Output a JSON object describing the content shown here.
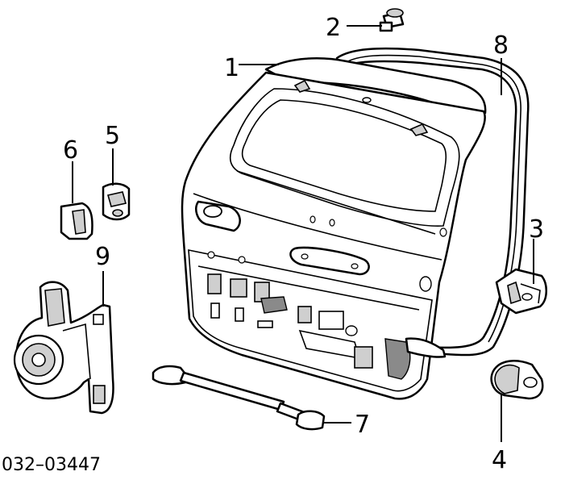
{
  "diagram": {
    "code": "032–03447",
    "callouts": [
      {
        "id": "1",
        "text": "1"
      },
      {
        "id": "2",
        "text": "2"
      },
      {
        "id": "3",
        "text": "3"
      },
      {
        "id": "4",
        "text": "4"
      },
      {
        "id": "5",
        "text": "5"
      },
      {
        "id": "6",
        "text": "6"
      },
      {
        "id": "7",
        "text": "7"
      },
      {
        "id": "8",
        "text": "8"
      },
      {
        "id": "9",
        "text": "9"
      }
    ]
  }
}
